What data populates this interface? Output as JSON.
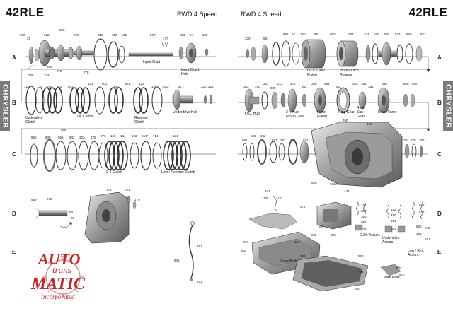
{
  "header": {
    "left_title": "42RLE",
    "left_subtitle": "RWD 4 Speed",
    "right_title": "42RLE",
    "right_subtitle": "RWD 4 Speed"
  },
  "side_tabs": {
    "left": "CHRYSLER",
    "right": "CHRYSLER"
  },
  "row_letters": [
    "A",
    "B",
    "C",
    "D",
    "E"
  ],
  "callouts": {
    "input_shaft": "Input Shaft",
    "input_clutch_hub": "Input Clutch Hub",
    "od_rev_piston": "O.Dr. / Rev. Piston",
    "input_clutch_retainer": "Input Clutch Retainer",
    "underdrive_clutch": "Underdrive Clutch",
    "od_clutch": "O.Dr. Clutch",
    "reverse_clutch": "Reverse Clutch",
    "underdrive_hub": "Underdrive Hub",
    "od_hub": "O.D. Hub",
    "hub_sun_gear": "2-4 Hub w/Sun Gear",
    "front_planet": "Front Planet",
    "ring_gear": "Ring Gear",
    "rear_sun_gear": "Rear Sun Gear",
    "rear_planet": "Rear Planet",
    "clutch_24": "2-4 Clutch",
    "low_reverse_clutch": "Low / Reverse Clutch",
    "valve_body": "Valve Body",
    "od_accum": "O.Dr. Accum.",
    "underdrive_accum": "Underdrive Accum.",
    "low_rev_accum": "Low / Rev. Accum.",
    "park_pawl": "Park Pawl"
  },
  "part_numbers": {
    "a": [
      "570",
      "29",
      "500",
      "512",
      "520",
      "311",
      "310",
      "211",
      "870",
      "177",
      "053",
      "74",
      "860",
      "230",
      "591",
      "882",
      "67",
      "100",
      "961",
      "800",
      "334",
      "341",
      "070",
      "880",
      "573",
      "860",
      "877",
      "305",
      "955",
      "876",
      "778",
      "324"
    ],
    "b": [
      "120",
      "130",
      "975",
      "162",
      "901",
      "123",
      "901",
      "140",
      "901",
      "122",
      "150",
      "830*",
      "571",
      "220",
      "221",
      "363",
      "370",
      "214",
      "380",
      "212",
      "376",
      "362",
      "380",
      "584",
      "382",
      "393",
      "391",
      "381",
      "397",
      "500",
      "600"
    ],
    "c": [
      "886",
      "865",
      "830",
      "966",
      "932",
      "333",
      "375",
      "976",
      "126",
      "134",
      "863",
      "964*",
      "714",
      "134",
      "887",
      "865",
      "932",
      "877",
      "357",
      "565",
      "522",
      "760",
      "459",
      "278",
      "279",
      "786"
    ],
    "d": [
      "969",
      "678",
      "50",
      "95",
      "773",
      "751",
      "170",
      "347",
      "735",
      "410",
      "072",
      "973A",
      "432",
      "839",
      "337",
      "191",
      "152",
      "450",
      "350",
      "951",
      "961",
      "958",
      "946",
      "800",
      "335",
      "981",
      "828",
      "361"
    ],
    "e": [
      "845",
      "491",
      "871",
      "991",
      "941",
      "953",
      "768",
      "550",
      "862",
      "942",
      "953",
      "945",
      "944",
      "780",
      "570",
      "943"
    ]
  },
  "logo": {
    "line1": "AUTO",
    "line2": "trans",
    "line3": "MATIC",
    "line4": "Incorporated",
    "color": "#c6252a"
  },
  "colors": {
    "tab": "#7a7a7a",
    "ink": "#111111",
    "part_fill": "#c9c9c9",
    "part_dark": "#6e6e6e"
  }
}
